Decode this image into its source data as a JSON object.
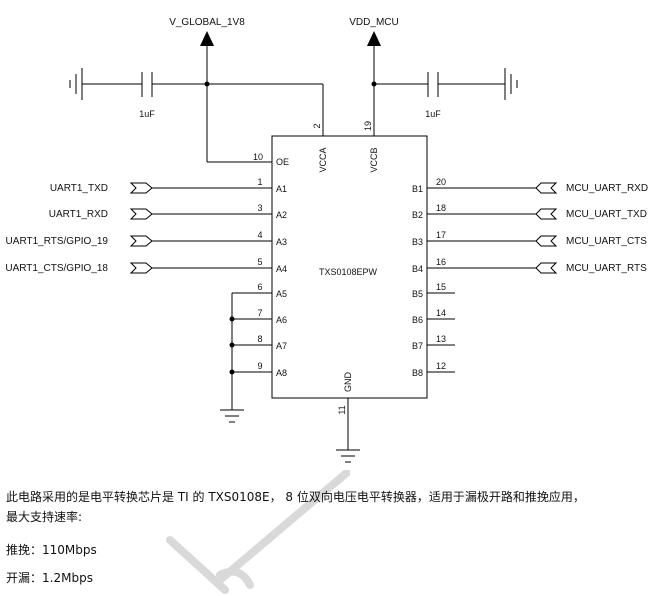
{
  "nets": {
    "v_global": "V_GLOBAL_1V8",
    "vdd_mcu": "VDD_MCU",
    "cap_left": "1uF",
    "cap_right": "1uF"
  },
  "chip": {
    "part": "TXS0108EPW",
    "vcca": "VCCA",
    "vccb": "VCCB",
    "gnd": "GND",
    "oe": "OE",
    "pin_vcca": "2",
    "pin_vccb": "19",
    "pin_oe": "10",
    "pin_gnd": "11",
    "left_pins": [
      {
        "num": "1",
        "name": "A1",
        "net": "UART1_TXD"
      },
      {
        "num": "3",
        "name": "A2",
        "net": "UART1_RXD"
      },
      {
        "num": "4",
        "name": "A3",
        "net": "UART1_RTS/GPIO_19"
      },
      {
        "num": "5",
        "name": "A4",
        "net": "UART1_CTS/GPIO_18"
      },
      {
        "num": "6",
        "name": "A5",
        "net": ""
      },
      {
        "num": "7",
        "name": "A6",
        "net": ""
      },
      {
        "num": "8",
        "name": "A7",
        "net": ""
      },
      {
        "num": "9",
        "name": "A8",
        "net": ""
      }
    ],
    "right_pins": [
      {
        "num": "20",
        "name": "B1",
        "net": "MCU_UART_RXD"
      },
      {
        "num": "18",
        "name": "B2",
        "net": "MCU_UART_TXD"
      },
      {
        "num": "17",
        "name": "B3",
        "net": "MCU_UART_CTS"
      },
      {
        "num": "16",
        "name": "B4",
        "net": "MCU_UART_RTS"
      },
      {
        "num": "15",
        "name": "B5",
        "net": ""
      },
      {
        "num": "14",
        "name": "B6",
        "net": ""
      },
      {
        "num": "13",
        "name": "B7",
        "net": ""
      },
      {
        "num": "12",
        "name": "B8",
        "net": ""
      }
    ]
  },
  "description": {
    "line1": "此电路采用的是电平转换芯片是 TI 的 TXS0108E， 8  位双向电压电平转换器，适用于漏极开路和推挽应用，",
    "line2": "最大支持速率:",
    "spec1_label": "推挽：",
    "spec1_value": "110Mbps",
    "spec2_label": "开漏：",
    "spec2_value": "1.2Mbps"
  }
}
